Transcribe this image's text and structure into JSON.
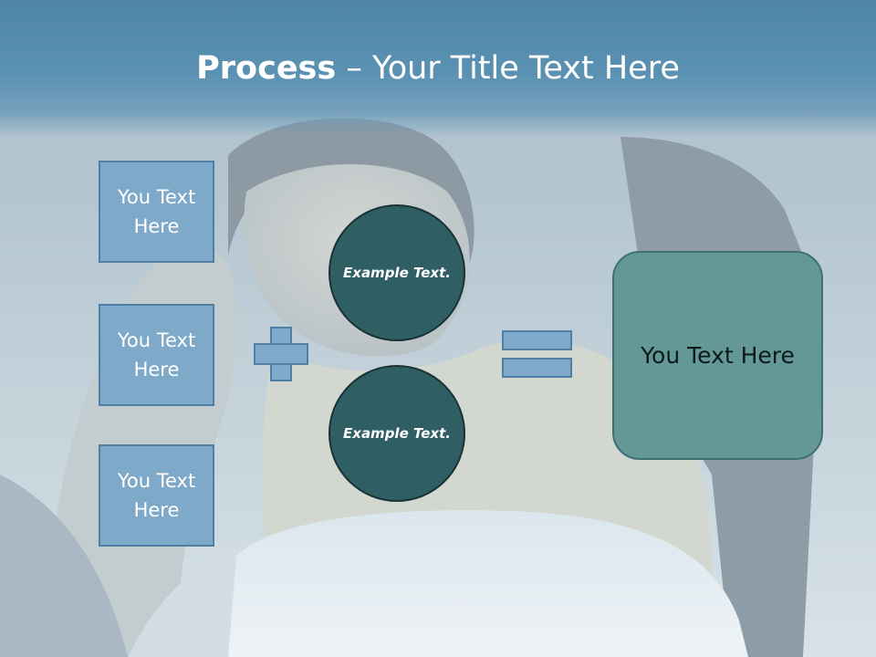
{
  "title": {
    "bold": "Process",
    "rest": " – Your Title Text Here"
  },
  "boxes": [
    "You Text Here",
    "You Text Here",
    "You Text Here"
  ],
  "circles": [
    "Example Text.",
    "Example Text."
  ],
  "result": "You Text Here",
  "colors": {
    "title_band": "#5b92b3",
    "box_fill": "#7ea9c9",
    "box_border": "#4f7fa4",
    "circle_fill": "#2f5e63",
    "result_fill": "#639896"
  }
}
